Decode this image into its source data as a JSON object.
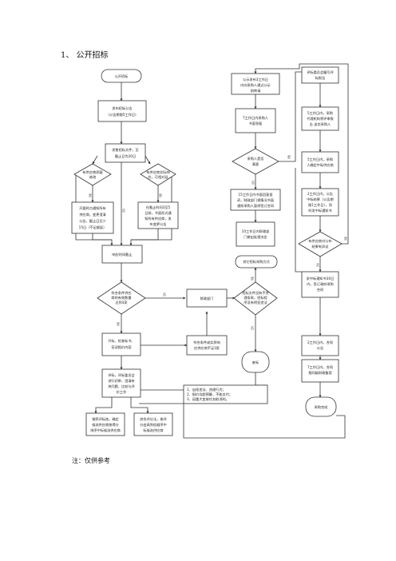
{
  "page": {
    "heading": "1、 公开招标",
    "note": "注：仅供参考"
  },
  "nodes": {
    "start": [
      "公开招标"
    ],
    "publish": [
      "发布招标公告",
      "（公告期限5工作日）"
    ],
    "sell_docs": [
      "发售招标文件，至",
      "截止日为20日"
    ],
    "dec_a": [
      "有供应商质疑",
      "修改"
    ],
    "dec_b": [
      "有供应商实际响",
      "应，可相对延"
    ],
    "box_a": [
      "开据时点通知所有",
      "供应商，变更澄清",
      "公告，截止日至少",
      "15日（不足顺延）"
    ],
    "box_b": [
      "在截止时间3至5",
      "日前，书面形式通",
      "知所有供应商，发",
      "布变更公告"
    ],
    "deadline": [
      "响应时间截止"
    ],
    "dec_c": [
      "符合条件供应",
      "商的有效数量",
      "达到3家"
    ],
    "open_bid": [
      "开标、检查标书、",
      "宣读报价内容"
    ],
    "evaluate": [
      "评标，评标委员会",
      "进行初审、澄清有",
      "关问题、比较与评",
      "价工作"
    ],
    "recommend": [
      "推荐评标结，确定",
      "候选供应商按得分",
      "排序中标候选供应商"
    ],
    "report": [
      "综合评分法，按评",
      "分由高到低顺序中",
      "标候选供应商"
    ],
    "fin_dept": [
      "财政部门"
    ],
    "approve": [
      "符合条件或实质响",
      "应供应商不足3家"
    ],
    "dec_d": [
      "招标文件没有不合",
      "理条款，招标程",
      "序没有明显违法"
    ],
    "other_method": [
      "其它招标采购方式"
    ],
    "abandon": [
      "废标"
    ],
    "reasons": [
      "1、出现违法、违规行为；",
      "2、报价均超预算，不能支付；",
      "3、因重大变故任务取消的。"
    ],
    "notify_fin": [
      "公示发布3工作日",
      "内向采购人通过公示",
      "前审请"
    ],
    "agency_sign": [
      "7工作日内采购人",
      "书面答复"
    ],
    "dec_e": [
      "采购人是否",
      "满意"
    ],
    "agency_fin": [
      "15工作日内书面回复投",
      "诉，财政部门视情况书面",
      "通知采购人暂停签订合同"
    ],
    "result_ann": [
      "10工作日内财政部",
      "门做出处理决定"
    ],
    "r_a": [
      "评标委员会编写评",
      "标报告"
    ],
    "r_b": [
      "5工作日内，采购",
      "代理机构将评审报",
      "告 送交采购人"
    ],
    "r_c": [
      "5工作日内，采购",
      "人确定中标供应商"
    ],
    "r_d": [
      "2工作日内，公告",
      "中标结果（公告期",
      "限1工作日），同",
      "时发中标通知书"
    ],
    "r_e": [
      "有供应商对公布",
      "结果有异议"
    ],
    "r_f": [
      "发中标通知书30日",
      "内，签订政府采购",
      "合同"
    ],
    "r_g": [
      "2工作日内，合同",
      "公告"
    ],
    "r_h": [
      "7工作日内，合同",
      "报同级财政备案"
    ],
    "finish": [
      "采购完成"
    ]
  },
  "edge_labels": {
    "yes": "是",
    "no": "否"
  }
}
